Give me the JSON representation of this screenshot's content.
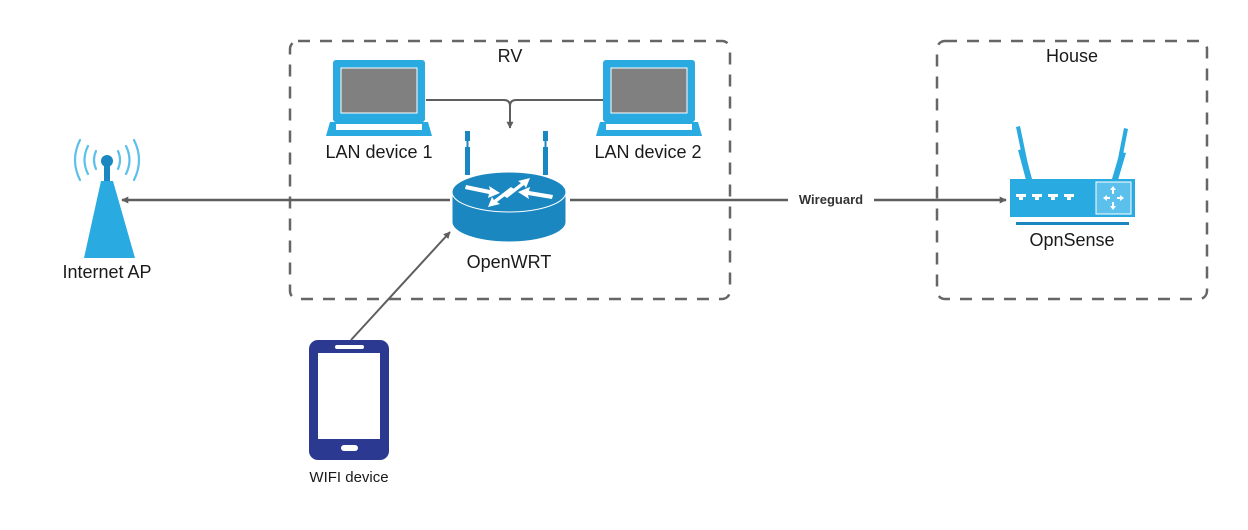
{
  "diagram": {
    "groups": [
      {
        "id": "rv",
        "label": "RV"
      },
      {
        "id": "house",
        "label": "House"
      }
    ],
    "nodes": {
      "internet_ap": {
        "label": "Internet AP",
        "icon": "antenna-tower-icon"
      },
      "lan1": {
        "label": "LAN device 1",
        "icon": "laptop-icon"
      },
      "lan2": {
        "label": "LAN device 2",
        "icon": "laptop-icon"
      },
      "openwrt": {
        "label": "OpenWRT",
        "icon": "router-icon"
      },
      "opnsense": {
        "label": "OpnSense",
        "icon": "wifi-router-icon"
      },
      "wifi_device": {
        "label": "WIFI device",
        "icon": "smartphone-icon"
      }
    },
    "edges": [
      {
        "from": "openwrt",
        "to": "internet_ap",
        "label": ""
      },
      {
        "from": "lan1",
        "to": "openwrt",
        "label": ""
      },
      {
        "from": "lan2",
        "to": "openwrt",
        "label": ""
      },
      {
        "from": "wifi_device",
        "to": "openwrt",
        "label": ""
      },
      {
        "from": "openwrt",
        "to": "opnsense",
        "label": "Wireguard"
      }
    ],
    "colors": {
      "icon_blue": "#29aae1",
      "router_blue": "#1b87c0",
      "phone_navy": "#2b3990",
      "screen_gray": "#808080",
      "line_gray": "#5e5e5e"
    }
  }
}
